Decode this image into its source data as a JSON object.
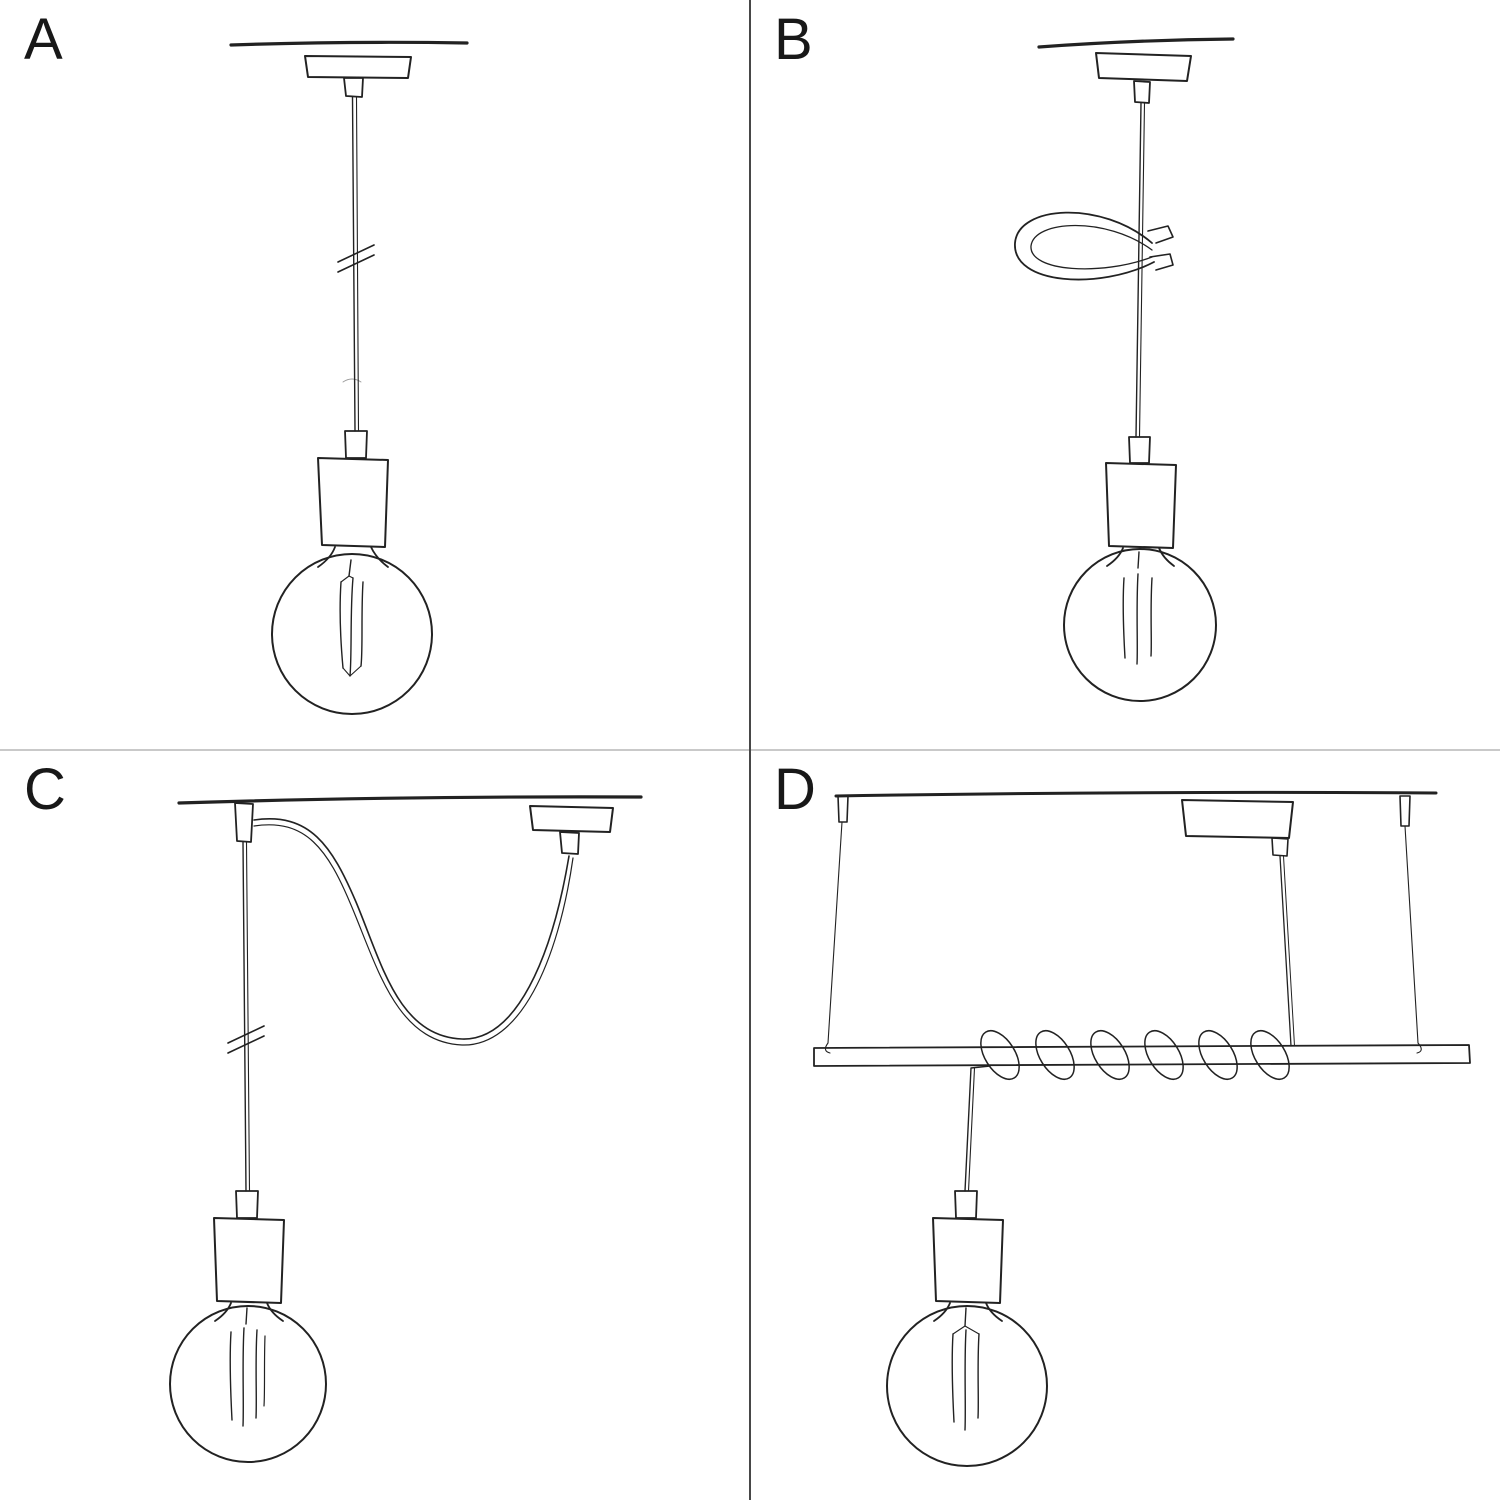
{
  "colors": {
    "ink": "#222222",
    "divider_vertical": "#474747",
    "divider_horizontal": "#c9c9c9",
    "background": "#ffffff"
  },
  "panels": [
    {
      "label": "A",
      "name": "pendant-straight-drop-sketch"
    },
    {
      "label": "B",
      "name": "pendant-cable-tie-loop-sketch"
    },
    {
      "label": "C",
      "name": "pendant-swag-hook-sketch"
    },
    {
      "label": "D",
      "name": "pendant-suspended-bar-sketch"
    }
  ]
}
